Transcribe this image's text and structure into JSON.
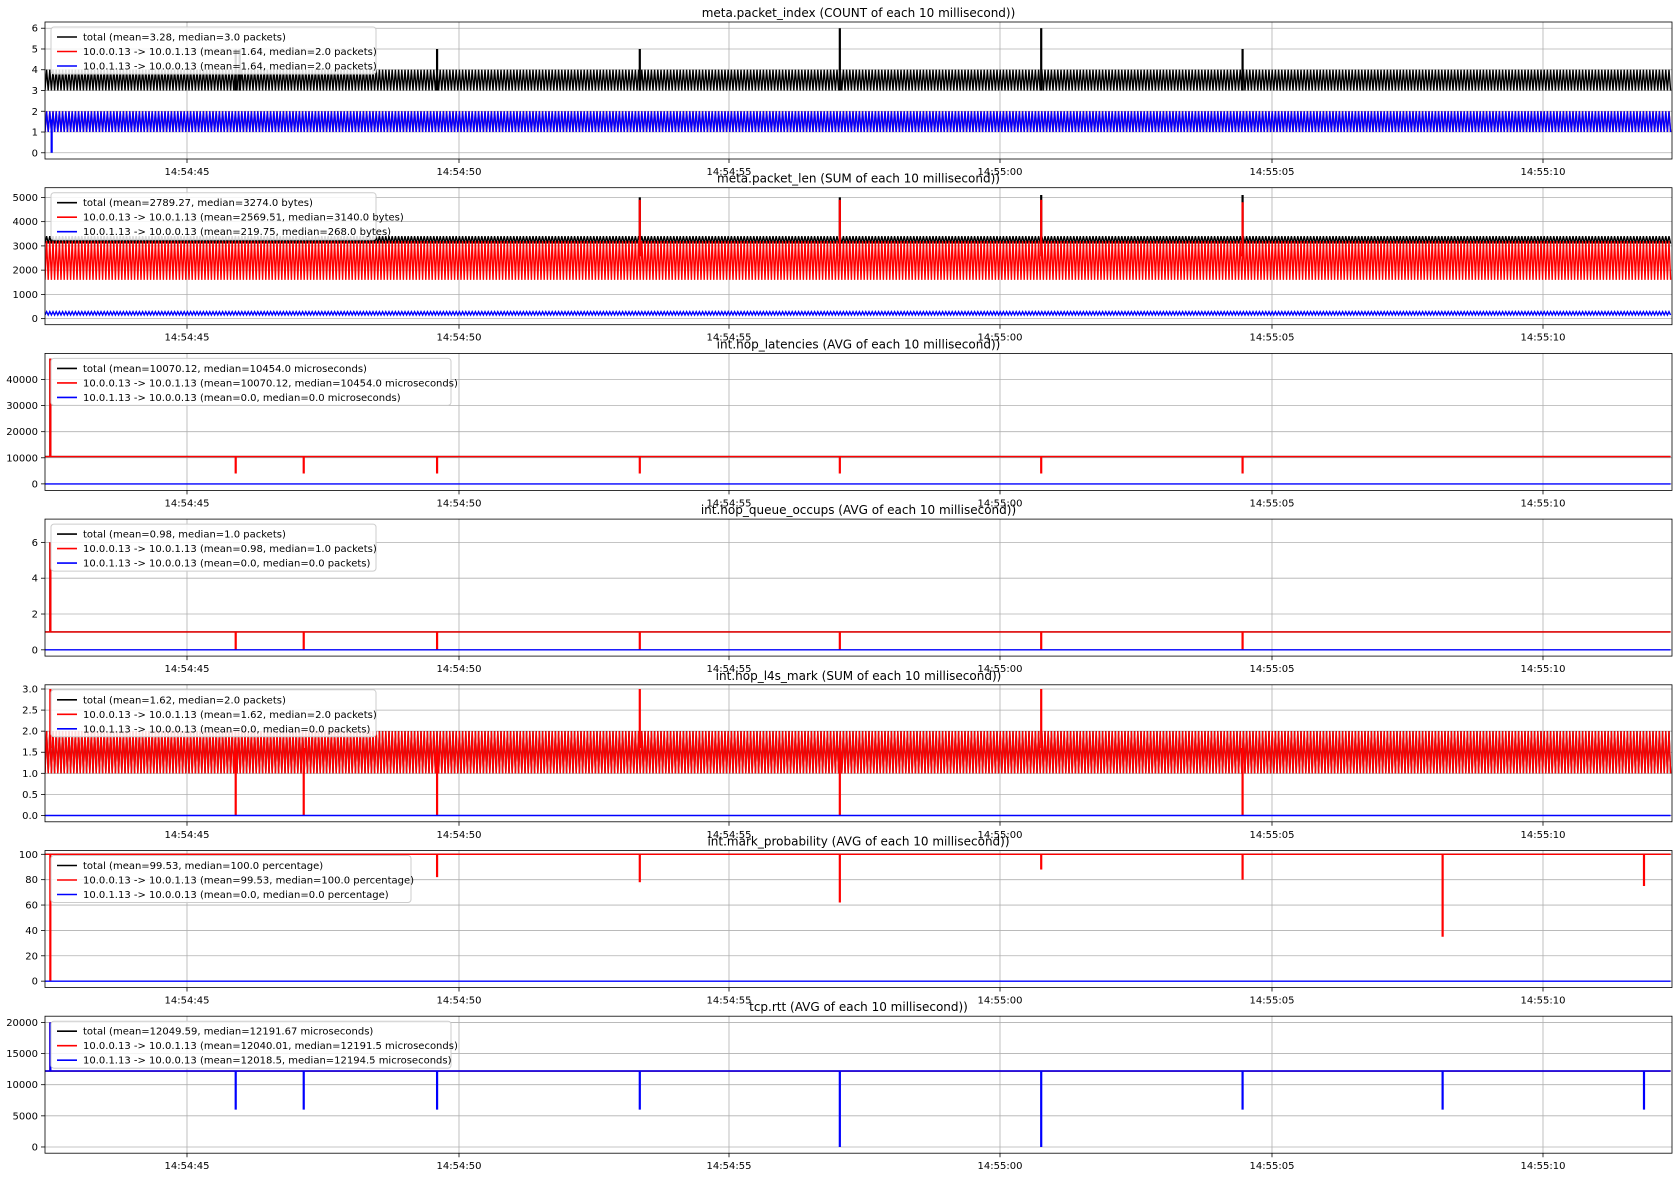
{
  "chart_data": [
    {
      "type": "line",
      "title": "meta.packet_index (COUNT of each 10 millisecond))",
      "x_ticks": [
        "14:54:45",
        "14:54:50",
        "14:54:55",
        "14:55:00",
        "14:55:05",
        "14:55:10"
      ],
      "y_ticks": [
        "0",
        "1",
        "2",
        "3",
        "4",
        "5",
        "6"
      ],
      "ylim": [
        -0.3,
        6.3
      ],
      "grid": true,
      "legend": "top-left",
      "series": [
        {
          "name": "total (mean=3.28, median=3.0 packets)",
          "color": "#000000",
          "base": 3,
          "pattern": [
            3,
            4
          ],
          "spikes": [
            [
              14.3,
              5
            ],
            [
              14.6,
              5
            ],
            [
              29.4,
              5
            ],
            [
              44.6,
              5
            ],
            [
              59.6,
              6
            ],
            [
              74.7,
              6
            ],
            [
              89.8,
              5
            ]
          ]
        },
        {
          "name": "10.0.0.13 -> 10.0.1.13 (mean=1.64, median=2.0 packets)",
          "color": "#ff0000",
          "base": 1.6,
          "pattern": [
            1,
            2
          ],
          "spikes": []
        },
        {
          "name": "10.0.1.13 -> 10.0.0.13 (mean=1.64, median=2.0 packets)",
          "color": "#0000ff",
          "base": 1.6,
          "pattern": [
            1,
            2
          ],
          "spikes": [
            [
              0.5,
              0
            ]
          ]
        }
      ]
    },
    {
      "type": "line",
      "title": "meta.packet_len (SUM of each 10 millisecond))",
      "x_ticks": [
        "14:54:45",
        "14:54:50",
        "14:54:55",
        "14:55:00",
        "14:55:05",
        "14:55:10"
      ],
      "y_ticks": [
        "0",
        "1000",
        "2000",
        "3000",
        "4000",
        "5000"
      ],
      "ylim": [
        -250,
        5400
      ],
      "grid": true,
      "legend": "top-left",
      "series": [
        {
          "name": "total (mean=2789.27, median=3274.0 bytes)",
          "color": "#000000",
          "base": 3274,
          "pattern": [
            3100,
            3400
          ],
          "spikes": [
            [
              44.6,
              5000
            ],
            [
              59.6,
              5000
            ],
            [
              74.7,
              5100
            ],
            [
              89.8,
              5100
            ]
          ]
        },
        {
          "name": "10.0.0.13 -> 10.0.1.13 (mean=2569.51, median=3140.0 bytes)",
          "color": "#ff0000",
          "base": 2569,
          "pattern": [
            1600,
            3200
          ],
          "spikes": [
            [
              44.6,
              4900
            ],
            [
              59.6,
              4900
            ],
            [
              74.7,
              4900
            ],
            [
              89.8,
              4800
            ]
          ]
        },
        {
          "name": "10.0.1.13 -> 10.0.0.13 (mean=219.75, median=268.0 bytes)",
          "color": "#0000ff",
          "base": 219,
          "pattern": [
            150,
            290
          ],
          "spikes": []
        }
      ]
    },
    {
      "type": "line",
      "title": "int.hop_latencies (AVG of each 10 millisecond))",
      "x_ticks": [
        "14:54:45",
        "14:54:50",
        "14:54:55",
        "14:55:00",
        "14:55:05",
        "14:55:10"
      ],
      "y_ticks": [
        "0",
        "10000",
        "20000",
        "30000",
        "40000"
      ],
      "ylim": [
        -2500,
        50000
      ],
      "grid": true,
      "legend": "top-left",
      "series": [
        {
          "name": "total (mean=10070.12, median=10454.0 microseconds)",
          "color": "#000000",
          "base": 10454,
          "pattern": [
            10454
          ],
          "spikes": [
            [
              0.4,
              48000
            ]
          ]
        },
        {
          "name": "10.0.0.13 -> 10.0.1.13 (mean=10070.12, median=10454.0 microseconds)",
          "color": "#ff0000",
          "base": 10454,
          "pattern": [
            10454
          ],
          "spikes": [
            [
              0.4,
              48000
            ],
            [
              14.3,
              4000
            ],
            [
              19.4,
              4000
            ],
            [
              29.4,
              4000
            ],
            [
              44.6,
              4000
            ],
            [
              59.6,
              4000
            ],
            [
              74.7,
              4000
            ],
            [
              89.8,
              4000
            ]
          ]
        },
        {
          "name": "10.0.1.13 -> 10.0.0.13 (mean=0.0, median=0.0 microseconds)",
          "color": "#0000ff",
          "base": 0,
          "pattern": [
            0
          ],
          "spikes": []
        }
      ]
    },
    {
      "type": "line",
      "title": "int.hop_queue_occups (AVG of each 10 millisecond))",
      "x_ticks": [
        "14:54:45",
        "14:54:50",
        "14:54:55",
        "14:55:00",
        "14:55:05",
        "14:55:10"
      ],
      "y_ticks": [
        "0",
        "2",
        "4",
        "6"
      ],
      "ylim": [
        -0.35,
        7.3
      ],
      "grid": true,
      "legend": "top-left",
      "series": [
        {
          "name": "total (mean=0.98, median=1.0 packets)",
          "color": "#000000",
          "base": 1,
          "pattern": [
            1
          ],
          "spikes": [
            [
              0.4,
              6
            ]
          ]
        },
        {
          "name": "10.0.0.13 -> 10.0.1.13 (mean=0.98, median=1.0 packets)",
          "color": "#ff0000",
          "base": 1,
          "pattern": [
            1
          ],
          "spikes": [
            [
              0.4,
              6
            ],
            [
              14.3,
              0
            ],
            [
              19.4,
              0
            ],
            [
              29.4,
              0
            ],
            [
              44.6,
              0
            ],
            [
              59.6,
              0
            ],
            [
              74.7,
              0
            ],
            [
              89.8,
              0
            ]
          ]
        },
        {
          "name": "10.0.1.13 -> 10.0.0.13 (mean=0.0, median=0.0 packets)",
          "color": "#0000ff",
          "base": 0,
          "pattern": [
            0
          ],
          "spikes": []
        }
      ]
    },
    {
      "type": "line",
      "title": "int.hop_l4s_mark (SUM of each 10 millisecond))",
      "x_ticks": [
        "14:54:45",
        "14:54:50",
        "14:54:55",
        "14:55:00",
        "14:55:05",
        "14:55:10"
      ],
      "y_ticks": [
        "0.0",
        "0.5",
        "1.0",
        "1.5",
        "2.0",
        "2.5",
        "3.0"
      ],
      "ylim": [
        -0.15,
        3.1
      ],
      "grid": true,
      "legend": "top-left",
      "series": [
        {
          "name": "total (mean=1.62, median=2.0 packets)",
          "color": "#000000",
          "base": 1.6,
          "pattern": [
            1,
            2
          ],
          "spikes": []
        },
        {
          "name": "10.0.0.13 -> 10.0.1.13 (mean=1.62, median=2.0 packets)",
          "color": "#ff0000",
          "base": 1.6,
          "pattern": [
            1,
            2
          ],
          "spikes": [
            [
              0.4,
              3
            ],
            [
              14.3,
              0
            ],
            [
              19.4,
              0
            ],
            [
              29.4,
              0
            ],
            [
              44.6,
              3
            ],
            [
              59.6,
              0
            ],
            [
              74.7,
              3
            ],
            [
              89.8,
              0
            ]
          ]
        },
        {
          "name": "10.0.1.13 -> 10.0.0.13 (mean=0.0, median=0.0 packets)",
          "color": "#0000ff",
          "base": 0,
          "pattern": [
            0
          ],
          "spikes": []
        }
      ]
    },
    {
      "type": "line",
      "title": "int.mark_probability (AVG of each 10 millisecond))",
      "x_ticks": [
        "14:54:45",
        "14:54:50",
        "14:54:55",
        "14:55:00",
        "14:55:05",
        "14:55:10"
      ],
      "y_ticks": [
        "0",
        "20",
        "40",
        "60",
        "80",
        "100"
      ],
      "ylim": [
        -5,
        103
      ],
      "grid": true,
      "legend": "top-left",
      "series": [
        {
          "name": "total (mean=99.53, median=100.0 percentage)",
          "color": "#000000",
          "base": 100,
          "pattern": [
            100
          ],
          "spikes": []
        },
        {
          "name": "10.0.0.13 -> 10.0.1.13 (mean=99.53, median=100.0 percentage)",
          "color": "#ff0000",
          "base": 100,
          "pattern": [
            100
          ],
          "spikes": [
            [
              0.4,
              0
            ],
            [
              29.4,
              82
            ],
            [
              44.6,
              78
            ],
            [
              59.6,
              62
            ],
            [
              74.7,
              88
            ],
            [
              89.8,
              80
            ],
            [
              104.8,
              35
            ],
            [
              119.9,
              75
            ]
          ]
        },
        {
          "name": "10.0.1.13 -> 10.0.0.13 (mean=0.0, median=0.0 percentage)",
          "color": "#0000ff",
          "base": 0,
          "pattern": [
            0
          ],
          "spikes": []
        }
      ]
    },
    {
      "type": "line",
      "title": "tcp.rtt (AVG of each 10 millisecond))",
      "x_ticks": [
        "14:54:45",
        "14:54:50",
        "14:54:55",
        "14:55:00",
        "14:55:05",
        "14:55:10"
      ],
      "y_ticks": [
        "0",
        "5000",
        "10000",
        "15000",
        "20000"
      ],
      "ylim": [
        -1000,
        21000
      ],
      "grid": true,
      "legend": "top-left",
      "series": [
        {
          "name": "total (mean=12049.59, median=12191.67 microseconds)",
          "color": "#000000",
          "base": 12191,
          "pattern": [
            12191
          ],
          "spikes": []
        },
        {
          "name": "10.0.0.13 -> 10.0.1.13 (mean=12040.01, median=12191.5 microseconds)",
          "color": "#ff0000",
          "base": 12191,
          "pattern": [
            12191
          ],
          "spikes": [
            [
              0.4,
              20000
            ]
          ]
        },
        {
          "name": "10.0.1.13 -> 10.0.0.13 (mean=12018.5, median=12194.5 microseconds)",
          "color": "#0000ff",
          "base": 12194,
          "pattern": [
            12194
          ],
          "spikes": [
            [
              0.4,
              20000
            ],
            [
              14.3,
              6000
            ],
            [
              19.4,
              6000
            ],
            [
              29.4,
              6000
            ],
            [
              44.6,
              6000
            ],
            [
              59.6,
              0
            ],
            [
              74.7,
              0
            ],
            [
              89.8,
              6000
            ],
            [
              104.8,
              6000
            ],
            [
              119.9,
              6000
            ]
          ]
        }
      ]
    }
  ]
}
